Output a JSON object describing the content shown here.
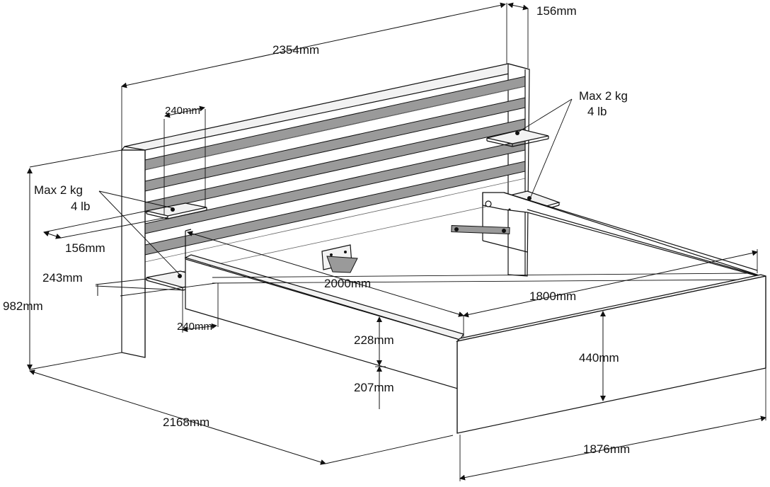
{
  "labels": {
    "headboard_width": "2354mm",
    "headboard_depth": "156mm",
    "shelf_width_left": "240mm",
    "shelf_depth_left": "156mm",
    "shelf_height_left": "243mm",
    "shelf_width_low": "240mm",
    "total_height": "982mm",
    "frame_length": "2000mm",
    "frame_width": "1800mm",
    "side_height": "228mm",
    "ground_clearance": "207mm",
    "foot_height": "440mm",
    "total_length": "2168mm",
    "total_width": "1876mm"
  },
  "load_left": {
    "line1": "Max 2 kg",
    "line2": "4 lb"
  },
  "load_right": {
    "line1": "Max 2 kg",
    "line2": "4 lb"
  }
}
